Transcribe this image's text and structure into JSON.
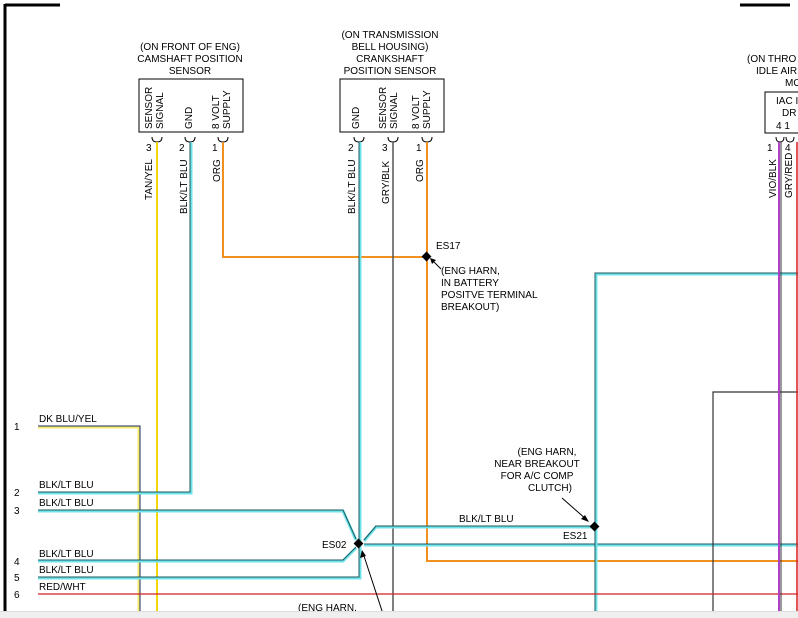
{
  "colors": {
    "org": "#f0901e",
    "yel": "#f2d800",
    "blk_lt_blu_core": "#1c5a5e",
    "blk_lt_blu_stripe": "#6fe3ea",
    "gry_blk": "#555555",
    "red_wht": "#d42020",
    "vio": "#b040c8",
    "dk_blu": "#1a2a60"
  },
  "camshaft_sensor": {
    "title_lines": [
      "(ON FRONT OF ENG)",
      "CAMSHAFT POSITION",
      "SENSOR"
    ],
    "pins": [
      {
        "label_lines": [
          "SENSOR",
          "SIGNAL"
        ],
        "pin": "3",
        "wire": "TAN/YEL"
      },
      {
        "label_lines": [
          "GND"
        ],
        "pin": "2",
        "wire": "BLK/LT BLU"
      },
      {
        "label_lines": [
          "8 VOLT",
          "SUPPLY"
        ],
        "pin": "1",
        "wire": "ORG"
      }
    ]
  },
  "crankshaft_sensor": {
    "title_lines": [
      "(ON TRANSMISSION",
      "BELL HOUSING)",
      "CRANKSHAFT",
      "POSITION SENSOR"
    ],
    "pins": [
      {
        "label_lines": [
          "GND"
        ],
        "pin": "2",
        "wire": "BLK/LT BLU"
      },
      {
        "label_lines": [
          "SENSOR",
          "SIGNAL"
        ],
        "pin": "3",
        "wire": "GRY/BLK"
      },
      {
        "label_lines": [
          "8 VOLT",
          "SUPPLY"
        ],
        "pin": "1",
        "wire": "ORG"
      }
    ]
  },
  "iac_motor": {
    "title_lines": [
      "(ON THRO",
      "IDLE AIR",
      "MO"
    ],
    "box_lines": [
      "IAC I",
      "DR",
      "4  1"
    ],
    "pins": [
      {
        "pin": "1",
        "wire": "VIO/BLK"
      },
      {
        "pin": "4",
        "wire": "GRY/RED"
      }
    ]
  },
  "splices": {
    "es17": {
      "id": "ES17",
      "note_lines": [
        "(ENG HARN,",
        "IN BATTERY",
        "POSITVE TERMINAL",
        "BREAKOUT)"
      ]
    },
    "es02": {
      "id": "ES02",
      "note_lines": [
        "(ENG HARN,"
      ]
    },
    "es21": {
      "id": "ES21",
      "note_lines": [
        "(ENG HARN,",
        "NEAR BREAKOUT",
        "FOR A/C COMP",
        "CLUTCH)"
      ]
    }
  },
  "connector_pins": [
    {
      "num": "1",
      "wire": "DK BLU/YEL"
    },
    {
      "num": "2",
      "wire": "BLK/LT BLU"
    },
    {
      "num": "3",
      "wire": "BLK/LT BLU"
    },
    {
      "num": "4",
      "wire": "BLK/LT BLU"
    },
    {
      "num": "5",
      "wire": "BLK/LT BLU"
    },
    {
      "num": "6",
      "wire": "RED/WHT"
    }
  ],
  "mid_wire_label": "BLK/LT BLU"
}
